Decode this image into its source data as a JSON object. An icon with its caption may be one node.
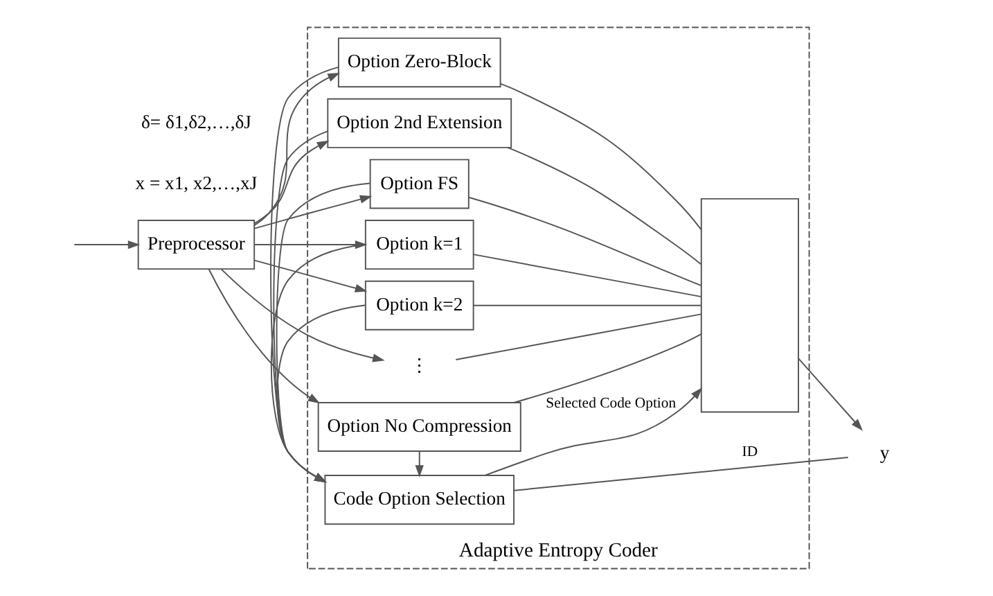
{
  "diagram": {
    "nodes": [
      {
        "text": [
          "Adaptive Entropy Coder"
        ]
      },
      {
        "text": [
          "Preprocessor"
        ]
      },
      {
        "text": [
          "Code Option Selection"
        ],
        "in": 0
      },
      {
        "text": [
          "Option Zero-Block"
        ],
        "in": 0
      },
      {
        "text": [
          "Option 2nd Extension"
        ],
        "in": 0
      },
      {
        "text": [
          "Option FS"
        ],
        "in": 0
      },
      {
        "text": [
          "Option k=1"
        ],
        "in": 0
      },
      {
        "text": [
          "Option k=2"
        ],
        "in": 0
      },
      {
        "text": [
          "⋮"
        ],
        "in": 0
      },
      {
        "text": [
          "Option No Compression"
        ],
        "in": 0
      },
      {
        "text": [],
        "shape": "box",
        "in": 0
      },
      {
        "text": [
          "y"
        ]
      }
    ],
    "edges": [
      {
        "from": null,
        "to": 1,
        "arrow": "to"
      },
      {
        "from": 1,
        "to": 3,
        "arrow": "to"
      },
      {
        "from": 1,
        "to": 4,
        "arrow": "to"
      },
      {
        "from": 1,
        "to": 5,
        "arrow": "to"
      },
      {
        "from": 1,
        "to": 6,
        "arrow": "to"
      },
      {
        "from": 1,
        "to": 7,
        "arrow": "to"
      },
      {
        "from": 1,
        "to": 8,
        "arrow": "to"
      },
      {
        "from": 1,
        "to": 9,
        "arrow": "to"
      },
      {
        "from": 3,
        "to": 2,
        "arrow": "to"
      },
      {
        "from": 4,
        "to": 2,
        "arrow": "to"
      },
      {
        "from": 5,
        "to": 2,
        "arrow": "to"
      },
      {
        "from": 6,
        "to": 2,
        "arrow": "to"
      },
      {
        "from": 7,
        "to": 2,
        "arrow": "to"
      },
      {
        "from": 9,
        "to": 2,
        "arrow": "to"
      },
      {
        "from": 3,
        "to": 10,
        "arrow": "none"
      },
      {
        "from": 4,
        "to": 10,
        "arrow": "none"
      },
      {
        "from": 5,
        "to": 10,
        "arrow": "none"
      },
      {
        "from": 6,
        "to": 10,
        "arrow": "none"
      },
      {
        "from": 7,
        "to": 10,
        "arrow": "none"
      },
      {
        "from": 8,
        "to": 10,
        "arrow": "none"
      },
      {
        "from": 9,
        "to": 10,
        "arrow": "none"
      },
      {
        "from": 2,
        "to": 10,
        "arrow": "to",
        "label": "Selected Code Option"
      },
      {
        "from": 2,
        "to": 11,
        "arrow": "none",
        "label": "ID"
      },
      {
        "from": 10,
        "to": 11,
        "arrow": "to"
      }
    ],
    "labels": [
      "x = x1, x2,…,xJ",
      "δ= δ1,δ2,…,δJ"
    ]
  }
}
